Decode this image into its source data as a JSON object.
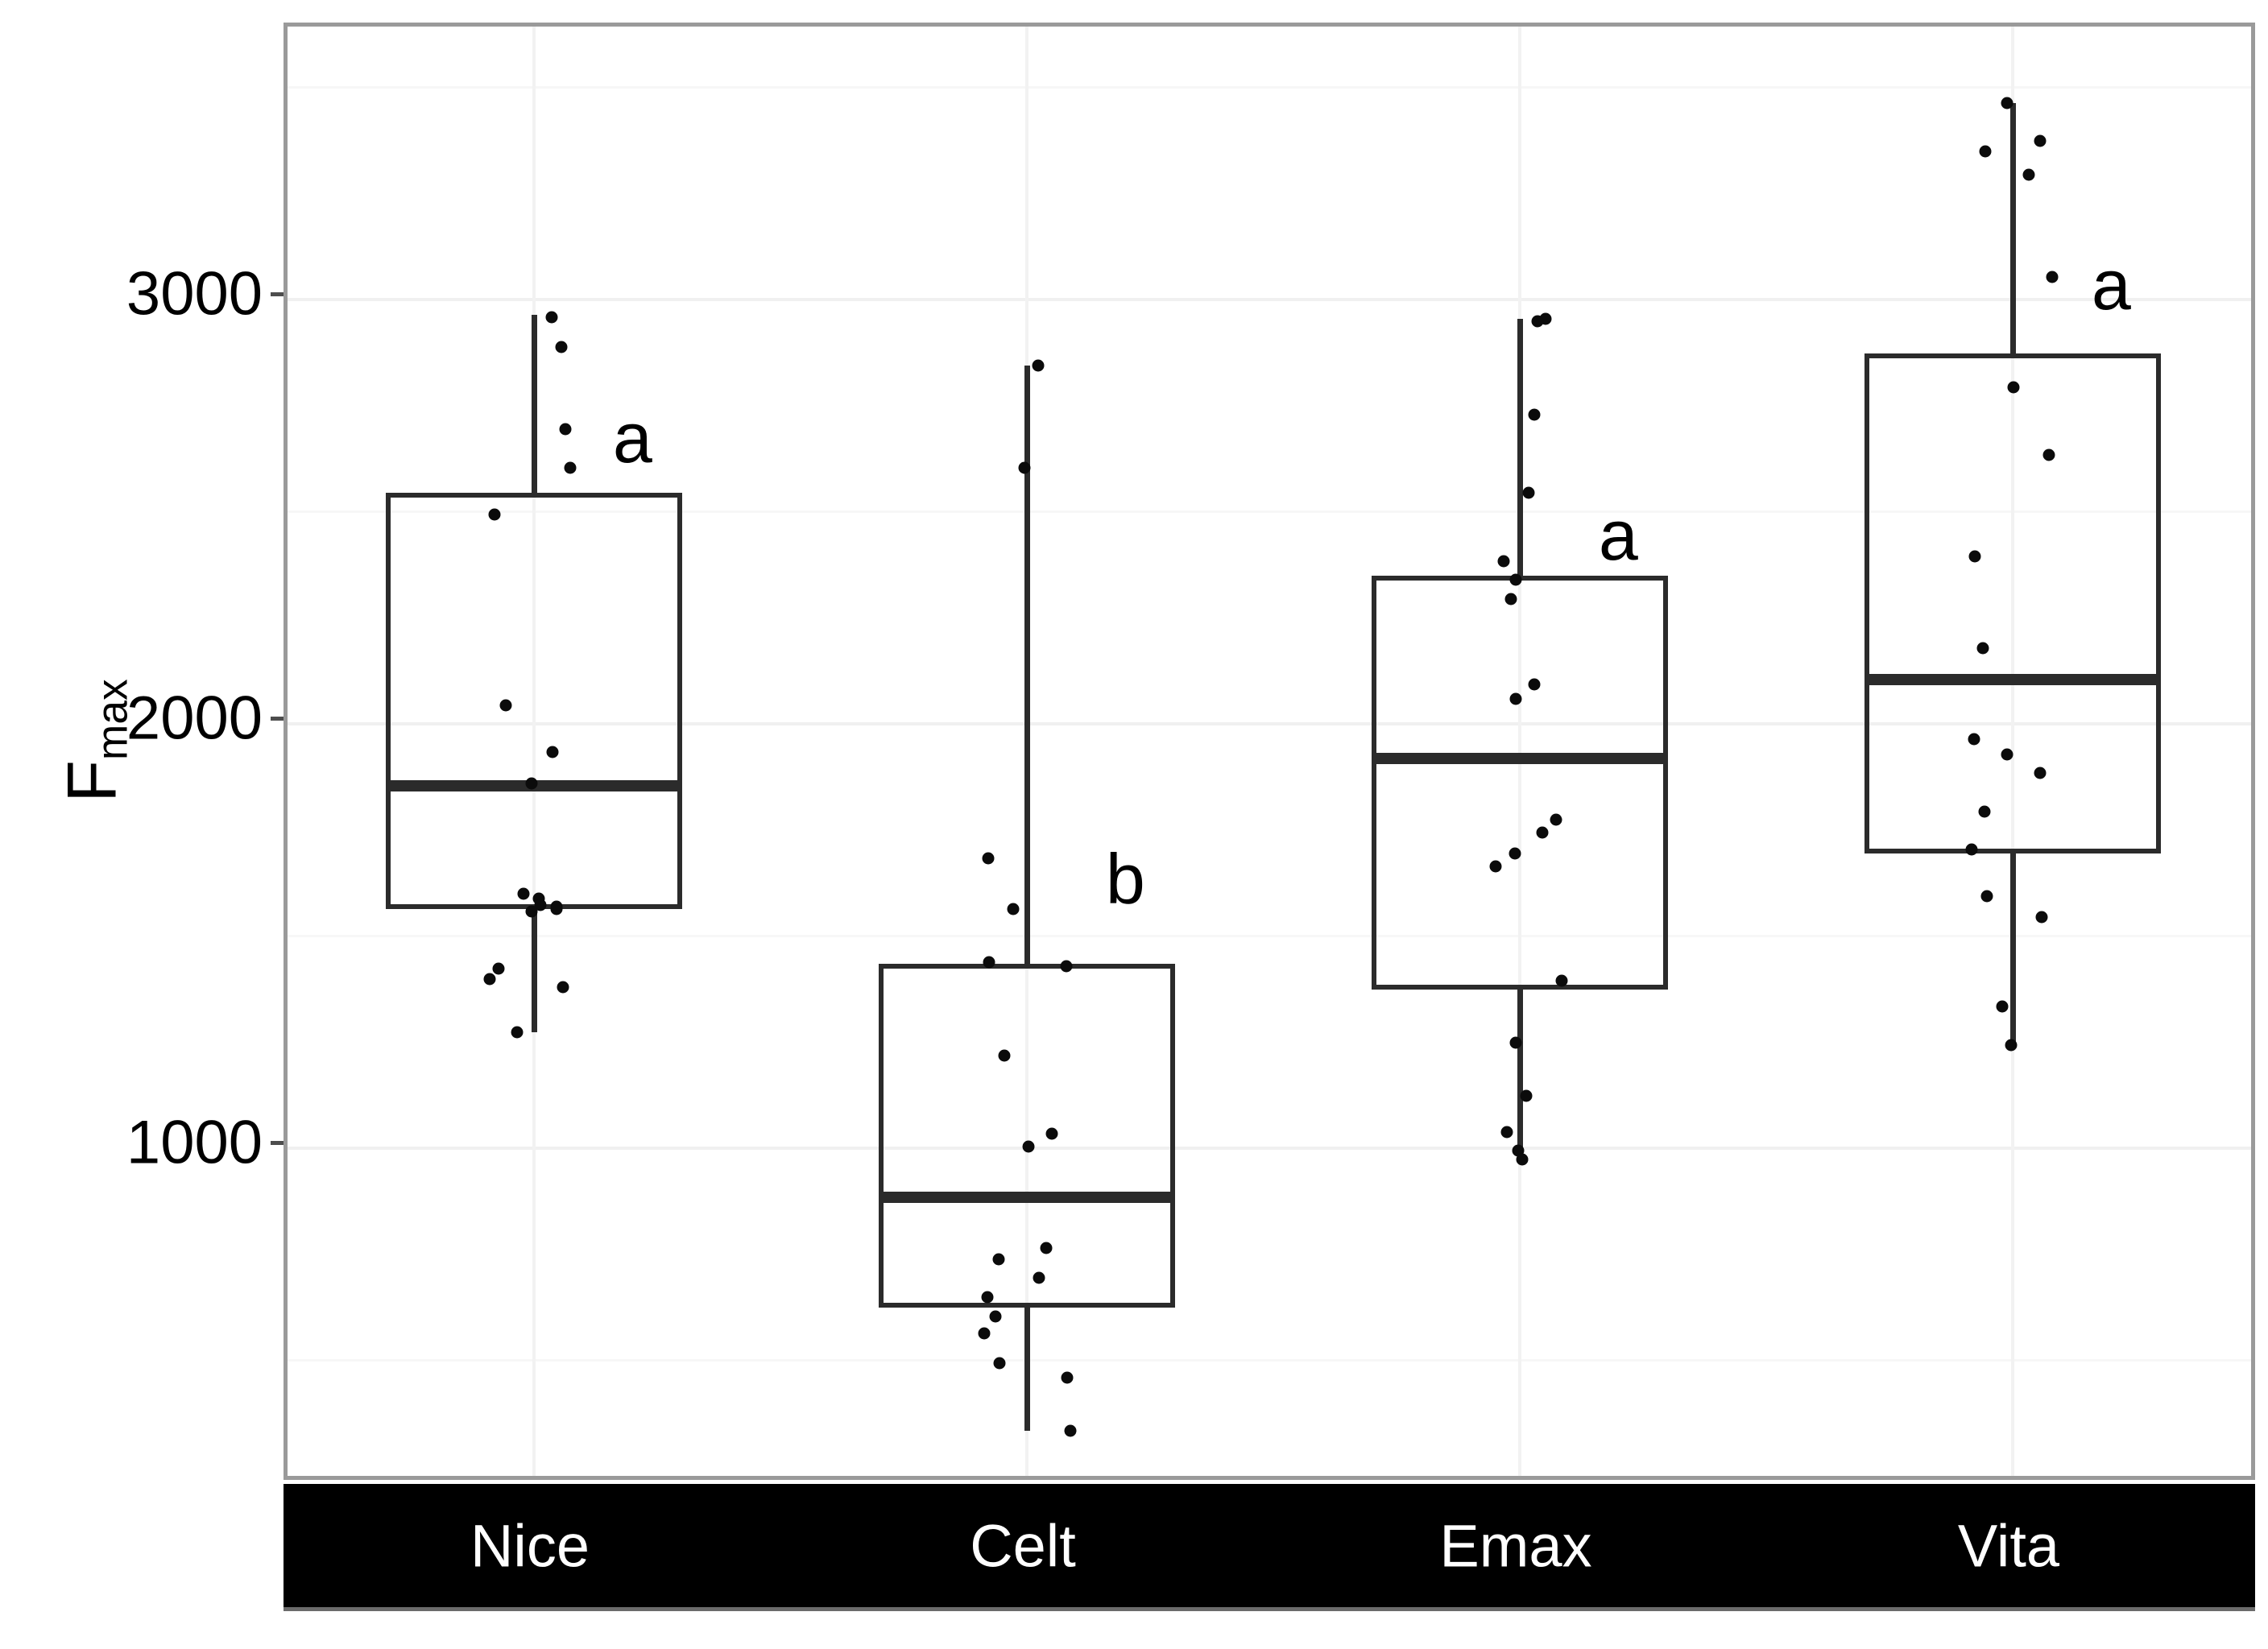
{
  "chart_data": {
    "type": "box",
    "title": "",
    "xlabel": "",
    "ylabel": "Fmax",
    "ylabel_base": "F",
    "ylabel_sub": "max",
    "categories": [
      "Nice",
      "Celt",
      "Emax",
      "Vita"
    ],
    "yticks": [
      1000,
      2000,
      3000
    ],
    "ytick_labels": [
      "1000",
      "2000",
      "3000"
    ],
    "yminor_gridlines": [
      500,
      1500,
      2500,
      3500
    ],
    "ylim": [
      180,
      3460
    ],
    "grid": true,
    "legend": "none",
    "annotations": [
      {
        "category": "Nice",
        "text": "a",
        "value": 2670
      },
      {
        "category": "Celt",
        "text": "b",
        "value": 1630
      },
      {
        "category": "Emax",
        "text": "a",
        "value": 2440
      },
      {
        "category": "Vita",
        "text": "a",
        "value": 3030
      }
    ],
    "boxes": [
      {
        "category": "Nice",
        "whisker_low": 1270,
        "q1": 1560,
        "median": 1850,
        "q3": 2540,
        "whisker_high": 2960,
        "points": [
          2955,
          2885,
          2690,
          2600,
          2490,
          2040,
          1930,
          1855,
          1595,
          1585,
          1570,
          1565,
          1560,
          1555,
          1420,
          1395,
          1375,
          1270
        ]
      },
      {
        "category": "Celt",
        "whisker_low": 330,
        "q1": 620,
        "median": 880,
        "q3": 1430,
        "whisker_high": 2840,
        "points": [
          2840,
          2600,
          1680,
          1560,
          1435,
          1425,
          1215,
          1030,
          1000,
          760,
          735,
          690,
          645,
          600,
          560,
          490,
          455,
          330
        ]
      },
      {
        "category": "Emax",
        "whisker_low": 970,
        "q1": 1370,
        "median": 1915,
        "q3": 2345,
        "whisker_high": 2950,
        "points": [
          2950,
          2945,
          2725,
          2540,
          2380,
          2335,
          2290,
          2090,
          2055,
          1770,
          1740,
          1690,
          1660,
          1390,
          1245,
          1120,
          1035,
          990,
          970
        ]
      },
      {
        "category": "Vita",
        "whisker_low": 1240,
        "q1": 1690,
        "median": 2100,
        "q3": 2870,
        "whisker_high": 3460,
        "points": [
          3460,
          3370,
          3345,
          3290,
          3050,
          2790,
          2630,
          2390,
          2175,
          1960,
          1925,
          1880,
          1790,
          1700,
          1590,
          1540,
          1330,
          1240
        ]
      }
    ]
  },
  "colors": {
    "box_stroke": "#2b2b2b",
    "point_fill": "#0b0b0b",
    "panel_border": "#9a9a9a",
    "gridline_major": "#f0f0f0",
    "gridline_minor": "#f7f7f7",
    "axis_strip_bg": "#000000",
    "axis_strip_text": "#ffffff"
  }
}
